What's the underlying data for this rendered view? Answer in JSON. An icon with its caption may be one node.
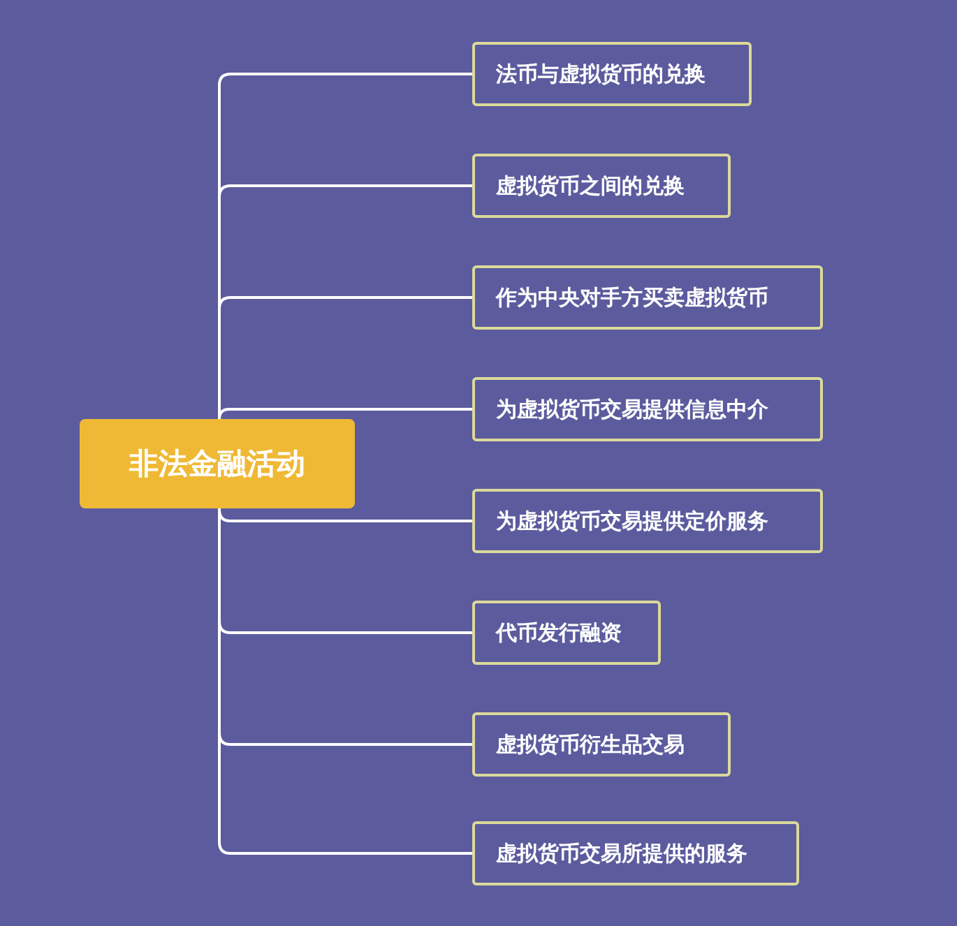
{
  "diagram": {
    "nodes": [
      {
        "text": [
          "非法金融活动"
        ]
      },
      {
        "text": [
          "法币与虚拟货币的兑换"
        ]
      },
      {
        "text": [
          "虚拟货币之间的兑换"
        ]
      },
      {
        "text": [
          "作为中央对手方买卖虚拟货币"
        ]
      },
      {
        "text": [
          "为虚拟货币交易提供信息中介"
        ]
      },
      {
        "text": [
          "为虚拟货币交易提供定价服务"
        ]
      },
      {
        "text": [
          "代币发行融资"
        ]
      },
      {
        "text": [
          "虚拟货币衍生品交易"
        ]
      },
      {
        "text": [
          "虚拟货币交易所提供的服务"
        ]
      }
    ],
    "edges": [
      {
        "from": 0,
        "to": 1,
        "arrow": "none"
      },
      {
        "from": 0,
        "to": 2,
        "arrow": "none"
      },
      {
        "from": 0,
        "to": 3,
        "arrow": "none"
      },
      {
        "from": 0,
        "to": 4,
        "arrow": "none"
      },
      {
        "from": 0,
        "to": 5,
        "arrow": "none"
      },
      {
        "from": 0,
        "to": 6,
        "arrow": "none"
      },
      {
        "from": 0,
        "to": 7,
        "arrow": "none"
      },
      {
        "from": 0,
        "to": 8,
        "arrow": "none"
      }
    ]
  }
}
